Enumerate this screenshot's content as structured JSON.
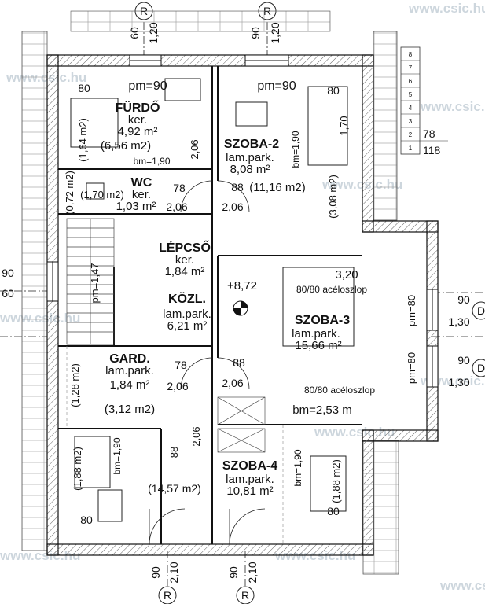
{
  "watermark": "www.csic.hu",
  "axis_markers": {
    "top": [
      "R",
      "R"
    ],
    "bottom": [
      "R",
      "R"
    ],
    "right": [
      "D",
      "D"
    ]
  },
  "dimensions": {
    "top_left": [
      "60",
      "1,20"
    ],
    "top_mid": [
      "90",
      "1,20"
    ],
    "bottom_left": [
      "90",
      "2,10"
    ],
    "bottom_mid": [
      "90",
      "2,10"
    ],
    "left_a": "90",
    "left_b": "60",
    "right_a": [
      "90",
      "1,30"
    ],
    "right_b": [
      "90",
      "1,30"
    ],
    "stair_right": [
      "78",
      "118"
    ],
    "stair_steps": [
      "8",
      "7",
      "6",
      "5",
      "4",
      "3",
      "2",
      "1"
    ]
  },
  "rooms": {
    "furdo": {
      "name": "FÜRDŐ",
      "floor": "ker.",
      "area": "4,92 m²",
      "gross": "(6,56 m2)",
      "pm": "pm=90",
      "w": "80",
      "bm": "bm=1,90",
      "h": "(1,64 m2)"
    },
    "wc": {
      "name": "WC",
      "floor": "ker.",
      "area": "1,03 m²",
      "gross": "(1,70 m2)",
      "side": "(0,72 m2)"
    },
    "lepcso": {
      "name": "LÉPCSŐ",
      "floor": "ker.",
      "area": "1,84 m²",
      "pm": "pm=1,47"
    },
    "kozl": {
      "name": "KÖZL.",
      "floor": "lam.park.",
      "area": "6,21 m²",
      "level": "+8,72"
    },
    "gard": {
      "name": "GARD.",
      "floor": "lam.park.",
      "area": "1,84 m²",
      "gross": "(3,12 m2)",
      "side": "(1,28 m2)"
    },
    "szoba2": {
      "name": "SZOBA-2",
      "floor": "lam.park.",
      "area": "8,08 m²",
      "gross": "(11,16 m2)",
      "pm": "pm=90",
      "w": "80",
      "bm": "bm=1,90",
      "h": "1,70",
      "side": "(3,08 m2)"
    },
    "szoba3": {
      "name": "SZOBA-3",
      "floor": "lam.park.",
      "area": "15,66 m²",
      "pm1": "pm=80",
      "pm2": "pm=80",
      "w": "3,20",
      "column1": "80/80 acéloszlop",
      "column2": "80/80 acéloszlop",
      "bm": "bm=2,53 m"
    },
    "szoba4": {
      "name": "SZOBA-4",
      "floor": "lam.park.",
      "area": "10,81 m²",
      "gross": "(14,57 m2)",
      "bm1": "bm=1,90",
      "bm2": "bm=1,90",
      "w1": "80",
      "w2": "80",
      "side1": "(1,88 m2)",
      "side2": "(1,88 m2)"
    }
  },
  "door_dims": {
    "d78a": "78",
    "d88a": "88",
    "d206a": "2,06",
    "d206b": "2,06",
    "d206c": "2,06",
    "d78b": "78",
    "d88b": "88",
    "d206d": "2,06",
    "d206e": "2,06",
    "d206f": "2,06",
    "d88c": "88"
  }
}
